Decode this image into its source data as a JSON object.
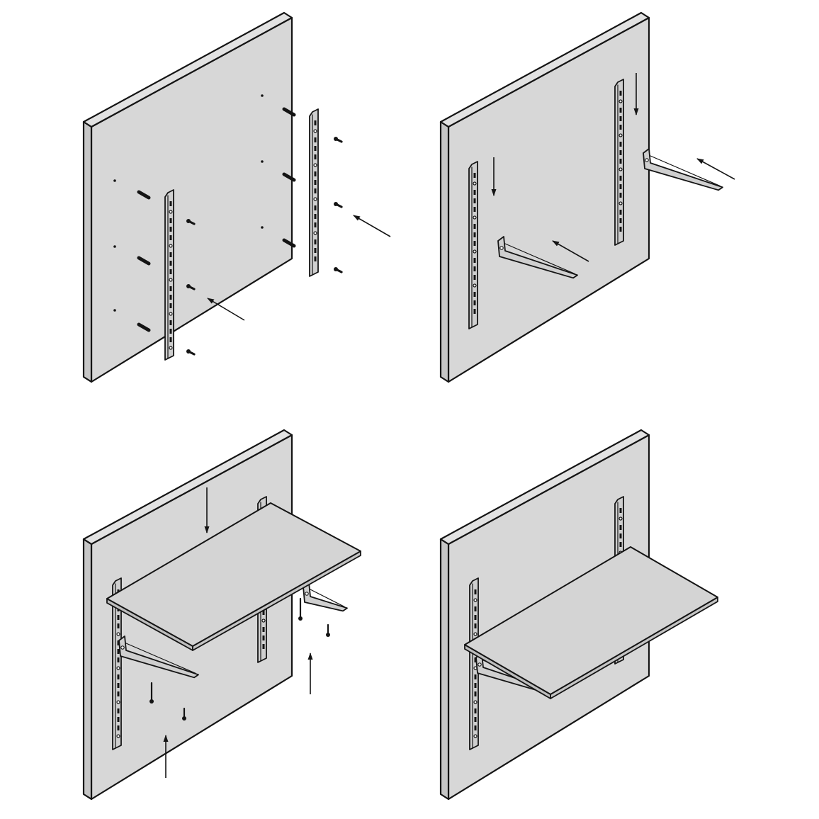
{
  "diagram": {
    "kind": "shelf-installation-steps",
    "steps": [
      {
        "step": 1,
        "action": "fasten-uprights",
        "wall_color": "#d7d7d7",
        "parts": [
          "wall-panel",
          "upright-rail",
          "screw",
          "wall-plug",
          "arrow"
        ]
      },
      {
        "step": 2,
        "action": "hook-in-brackets",
        "wall_color": "#d7d7d7",
        "parts": [
          "wall-panel",
          "upright-rail",
          "shelf-bracket",
          "arrow"
        ]
      },
      {
        "step": 3,
        "action": "place-and-fix-shelf",
        "wall_color": "#d7d7d7",
        "parts": [
          "wall-panel",
          "upright-rail",
          "shelf-bracket",
          "shelf-board",
          "screw",
          "arrow"
        ]
      },
      {
        "step": 4,
        "action": "completed-shelf",
        "wall_color": "#d7d7d7",
        "parts": [
          "wall-panel",
          "upright-rail",
          "shelf-bracket",
          "shelf-board"
        ]
      }
    ],
    "colors": {
      "panel": "#d7d7d7",
      "panel_edge": "#c6c6c6",
      "shelf": "#d4d4d4",
      "metal": "#cfcfcf",
      "line": "#141414"
    }
  }
}
